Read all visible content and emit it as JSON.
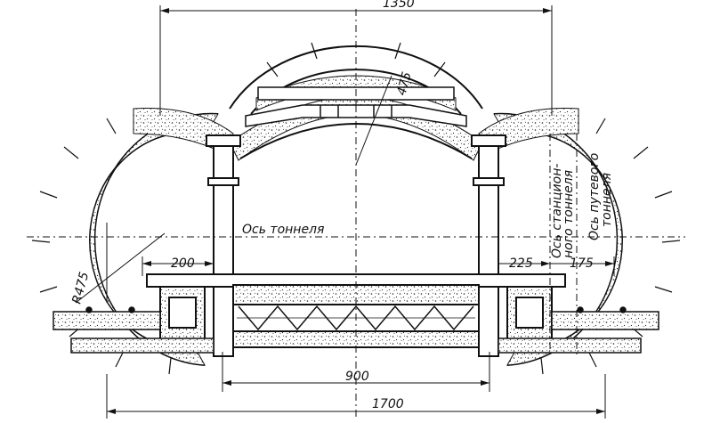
{
  "dimensions": {
    "top_width": "1350",
    "vault_radius": "475",
    "left_offset": "200",
    "right_offset_a": "225",
    "right_offset_b": "175",
    "side_radius": "R475",
    "platform_width": "900",
    "total_width": "1700"
  },
  "labels": {
    "tunnel_axis": "Ось тоннеля",
    "station_axis_line1": "Ось станцион-",
    "station_axis_line2": "ного тоннеля",
    "track_axis_line1": "Ось путевого",
    "track_axis_line2": "тоннеля"
  },
  "colors": {
    "line": "#111111",
    "fill_concrete": "#d9d9d9"
  }
}
